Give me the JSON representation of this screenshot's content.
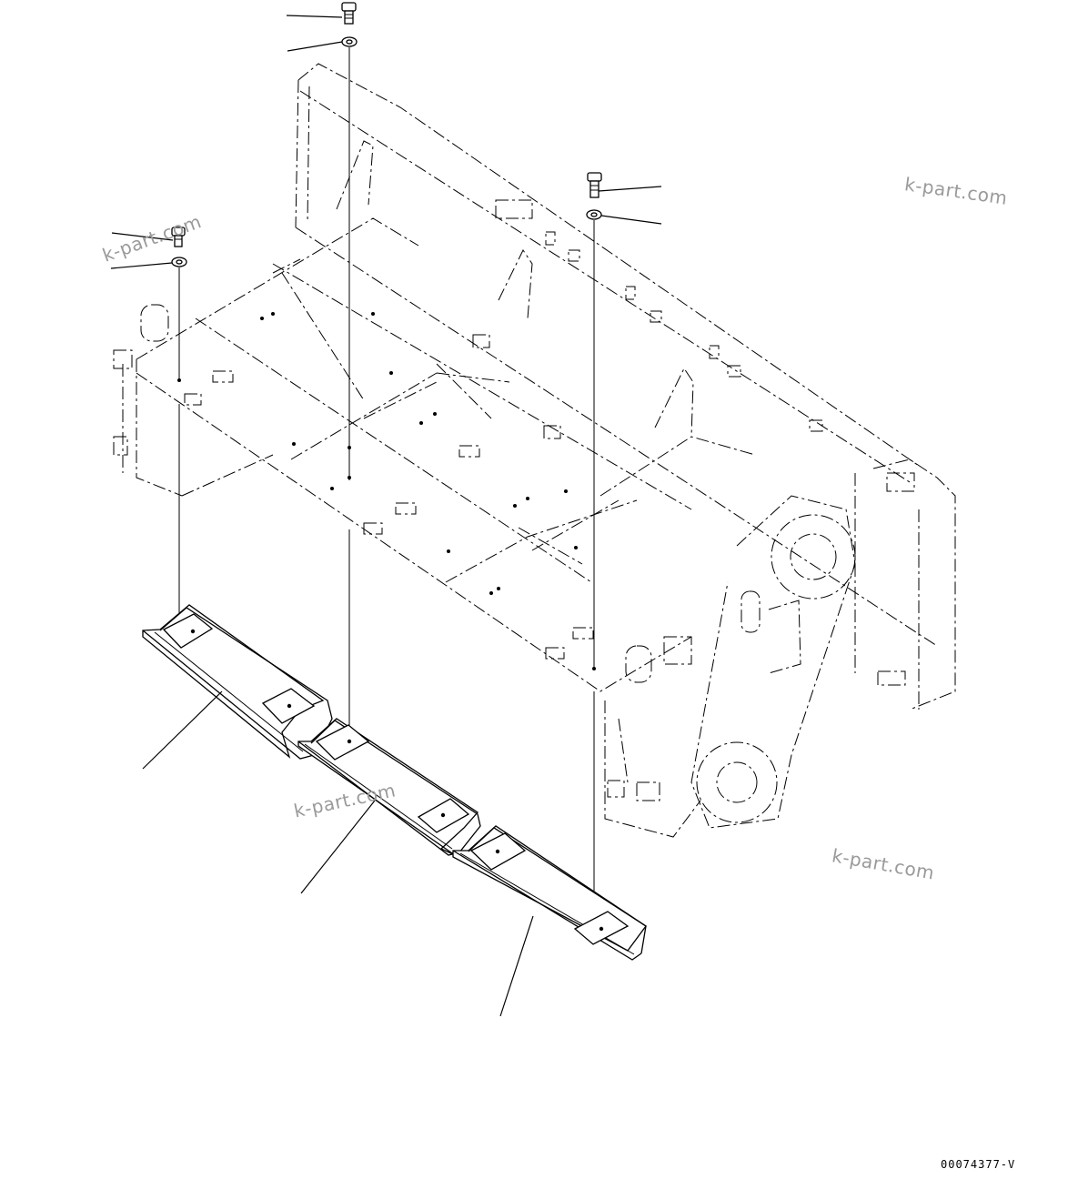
{
  "watermarks": [
    "k-part.com",
    "k-part.com",
    "k-part.com",
    "k-part.com"
  ],
  "drawing_code": "00074377-V"
}
